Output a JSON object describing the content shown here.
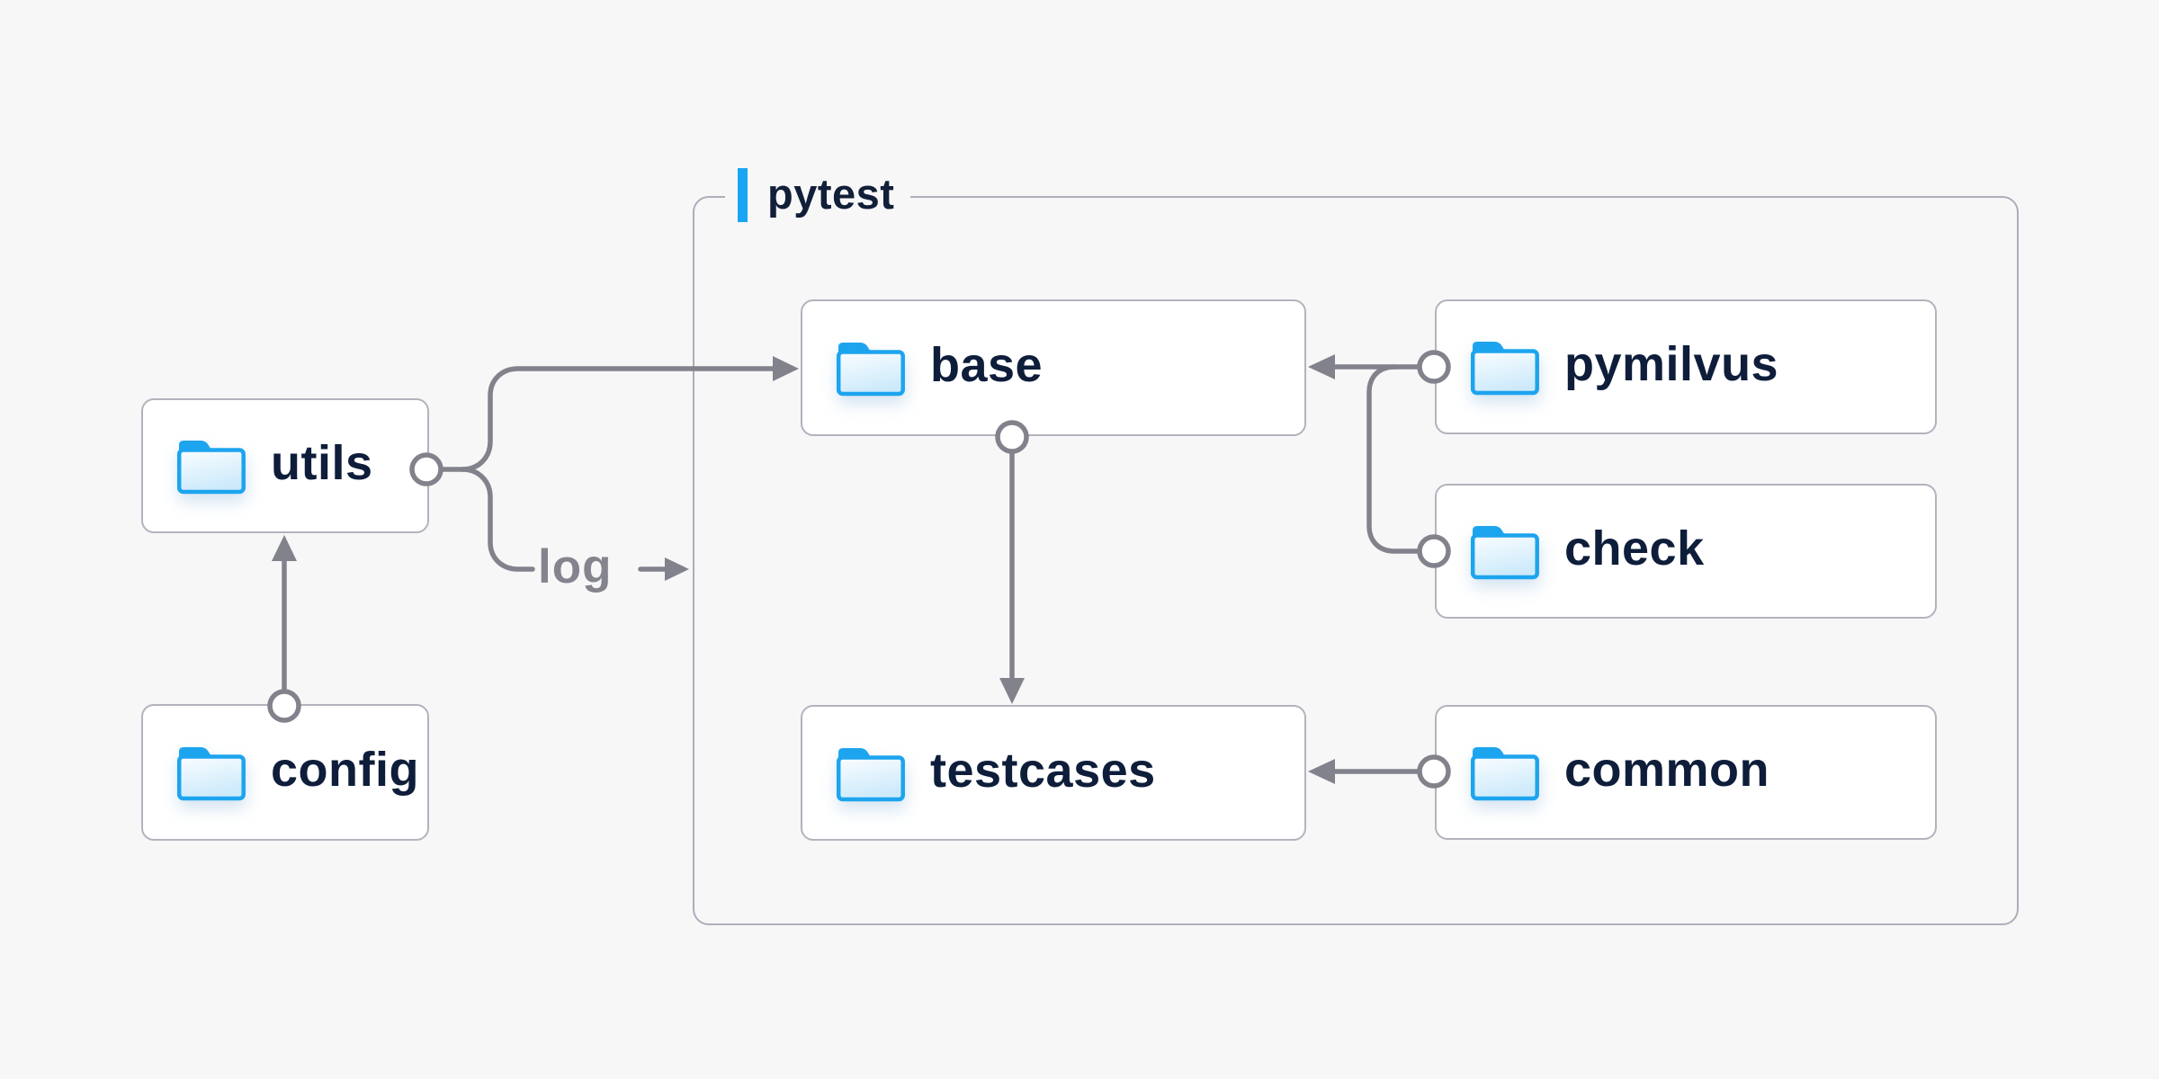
{
  "diagram": {
    "group": {
      "label": "pytest"
    },
    "nodes": [
      {
        "id": "utils",
        "label": "utils",
        "icon": "folder-icon"
      },
      {
        "id": "config",
        "label": "config",
        "icon": "folder-icon"
      },
      {
        "id": "base",
        "label": "base",
        "icon": "folder-icon"
      },
      {
        "id": "pymilvus",
        "label": "pymilvus",
        "icon": "folder-icon"
      },
      {
        "id": "check",
        "label": "check",
        "icon": "folder-icon"
      },
      {
        "id": "testcases",
        "label": "testcases",
        "icon": "folder-icon"
      },
      {
        "id": "common",
        "label": "common",
        "icon": "folder-icon"
      }
    ],
    "edges": [
      {
        "from": "config",
        "to": "utils"
      },
      {
        "from": "utils",
        "to": "base"
      },
      {
        "from": "utils",
        "to": "pytest-group",
        "label": "log"
      },
      {
        "from": "pymilvus",
        "to": "base"
      },
      {
        "from": "pymilvus",
        "to": "check"
      },
      {
        "from": "base",
        "to": "testcases"
      },
      {
        "from": "common",
        "to": "testcases"
      }
    ],
    "edge_label": "log",
    "colors": {
      "background": "#f7f7f8",
      "accent_blue": "#18a6f2",
      "folder_blue": "#1da4ee",
      "node_border": "#b3b3bd",
      "group_border": "#aeaeba",
      "connector_gray": "#82828c",
      "node_text": "#0e1d3a",
      "edge_label_text": "#84848e",
      "node_background": "#ffffff"
    }
  }
}
